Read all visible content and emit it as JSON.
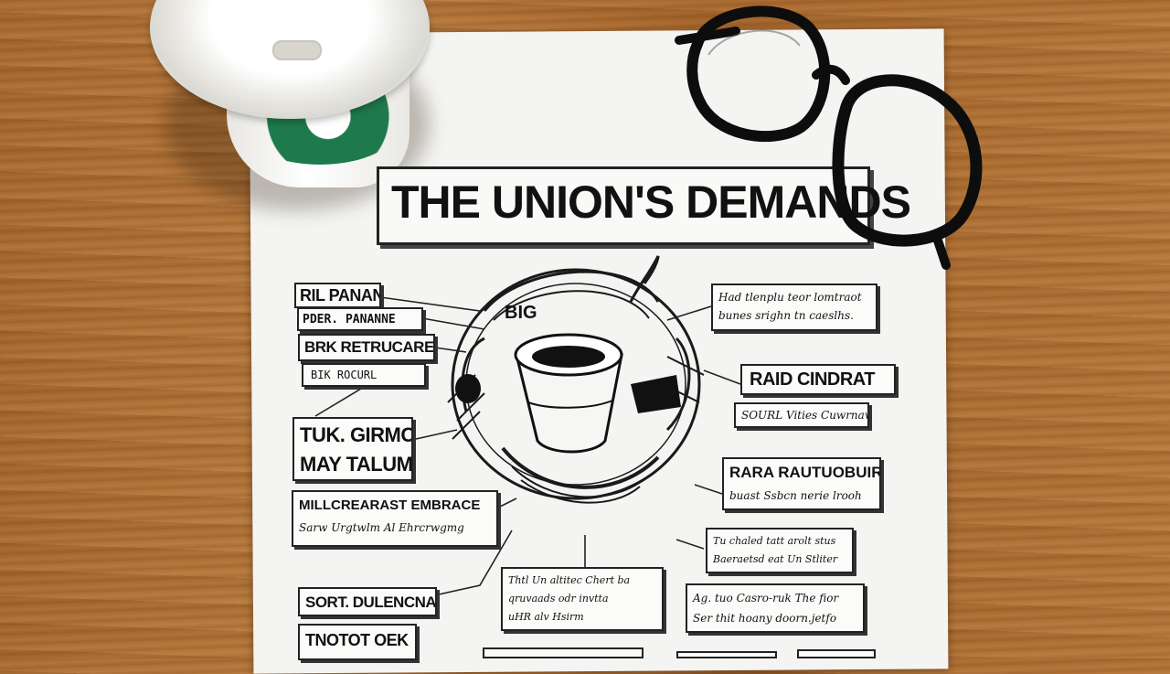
{
  "title": "THE UNION'S DEMANDS",
  "cup_logo_icon": "starbucks-siren-logo",
  "labels": {
    "l1": "RIL PANAN",
    "l2": "PDER. PANANNE",
    "l3": "BRK RETRUCARE",
    "l4": "BIK  ROCURL",
    "l5a": "TUK. GIRMCK",
    "l5b": "MAY TALUM",
    "l6a": "MILLCREARAST EMBRACE",
    "l6b": "Sarw Urgtwlm Al Ehrcrwgmg",
    "l7": "SORT. DULENCNA",
    "l8": "TNOTOT OEK",
    "r1a": "Had tlenplu teor lomtraot",
    "r1b": "bunes srighn tn caeslhs.",
    "r2": "RAID CINDRAT",
    "r3": "SOURL Vities Cuwrnavr",
    "r4a": "RARA RAUTUOBUIRE",
    "r4b": "buast Ssbcn nerie lrooh",
    "r5a": "Tu chaled tatt arolt stus",
    "r5b": "Baeraetsd eat Un Stliter",
    "c1a": "Thtl Un altitec Chert ba",
    "c1b": "qruvaads odr invtta",
    "c1c": "uHR alv Hsirm",
    "r6a": "Ag. tuo Casro-ruk The fior",
    "r6b": "Ser thit hoany doorn.jetfo",
    "sketch_text": "BIG"
  }
}
